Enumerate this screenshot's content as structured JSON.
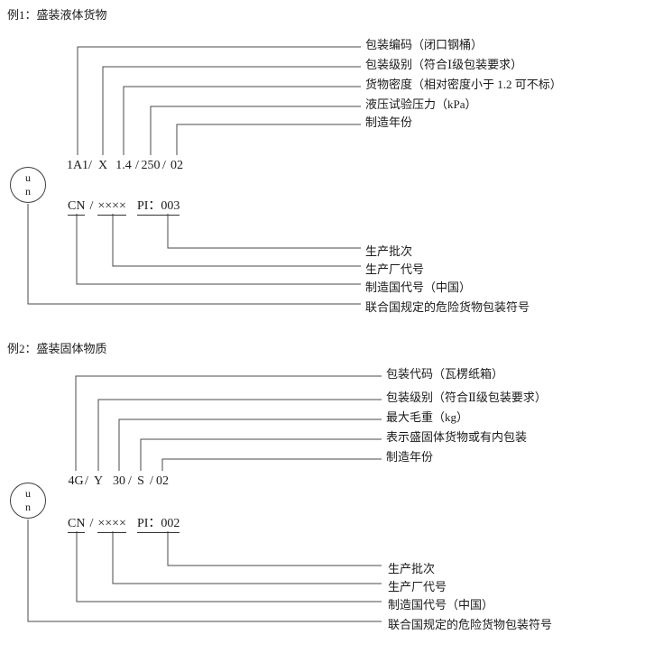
{
  "examples": [
    {
      "title": "例1：盛装液体货物",
      "un_symbol": {
        "top": "u",
        "bottom": "n"
      },
      "code_parts": [
        "1A1",
        "/",
        "X",
        "1.4",
        "/",
        "250",
        "/",
        "02"
      ],
      "mfr_row": {
        "country": "CN",
        "sep": "/",
        "factory": "××××",
        "pi": "PI：003"
      },
      "top_labels": [
        "包装编码（闭口钢桶）",
        "包装级别（符合Ⅰ级包装要求）",
        "货物密度（相对密度小于 1.2 可不标）",
        "液压试验压力（kPa）",
        "制造年份"
      ],
      "bottom_labels": [
        "生产批次",
        "生产厂代号",
        "制造国代号（中国）",
        "联合国规定的危险货物包装符号"
      ]
    },
    {
      "title": "例2：盛装固体物质",
      "un_symbol": {
        "top": "u",
        "bottom": "n"
      },
      "code_parts": [
        "4G",
        "/",
        "Y",
        "30",
        "/",
        "S",
        "/",
        "02"
      ],
      "mfr_row": {
        "country": "CN",
        "sep": "/",
        "factory": "××××",
        "pi": "PI：002"
      },
      "top_labels": [
        "包装代码（瓦楞纸箱）",
        "包装级别（符合Ⅱ级包装要求）",
        "最大毛重（kg）",
        "表示盛固体货物或有内包装",
        "制造年份"
      ],
      "bottom_labels": [
        "生产批次",
        "生产厂代号",
        "制造国代号（中国）",
        "联合国规定的危险货物包装符号"
      ]
    }
  ]
}
